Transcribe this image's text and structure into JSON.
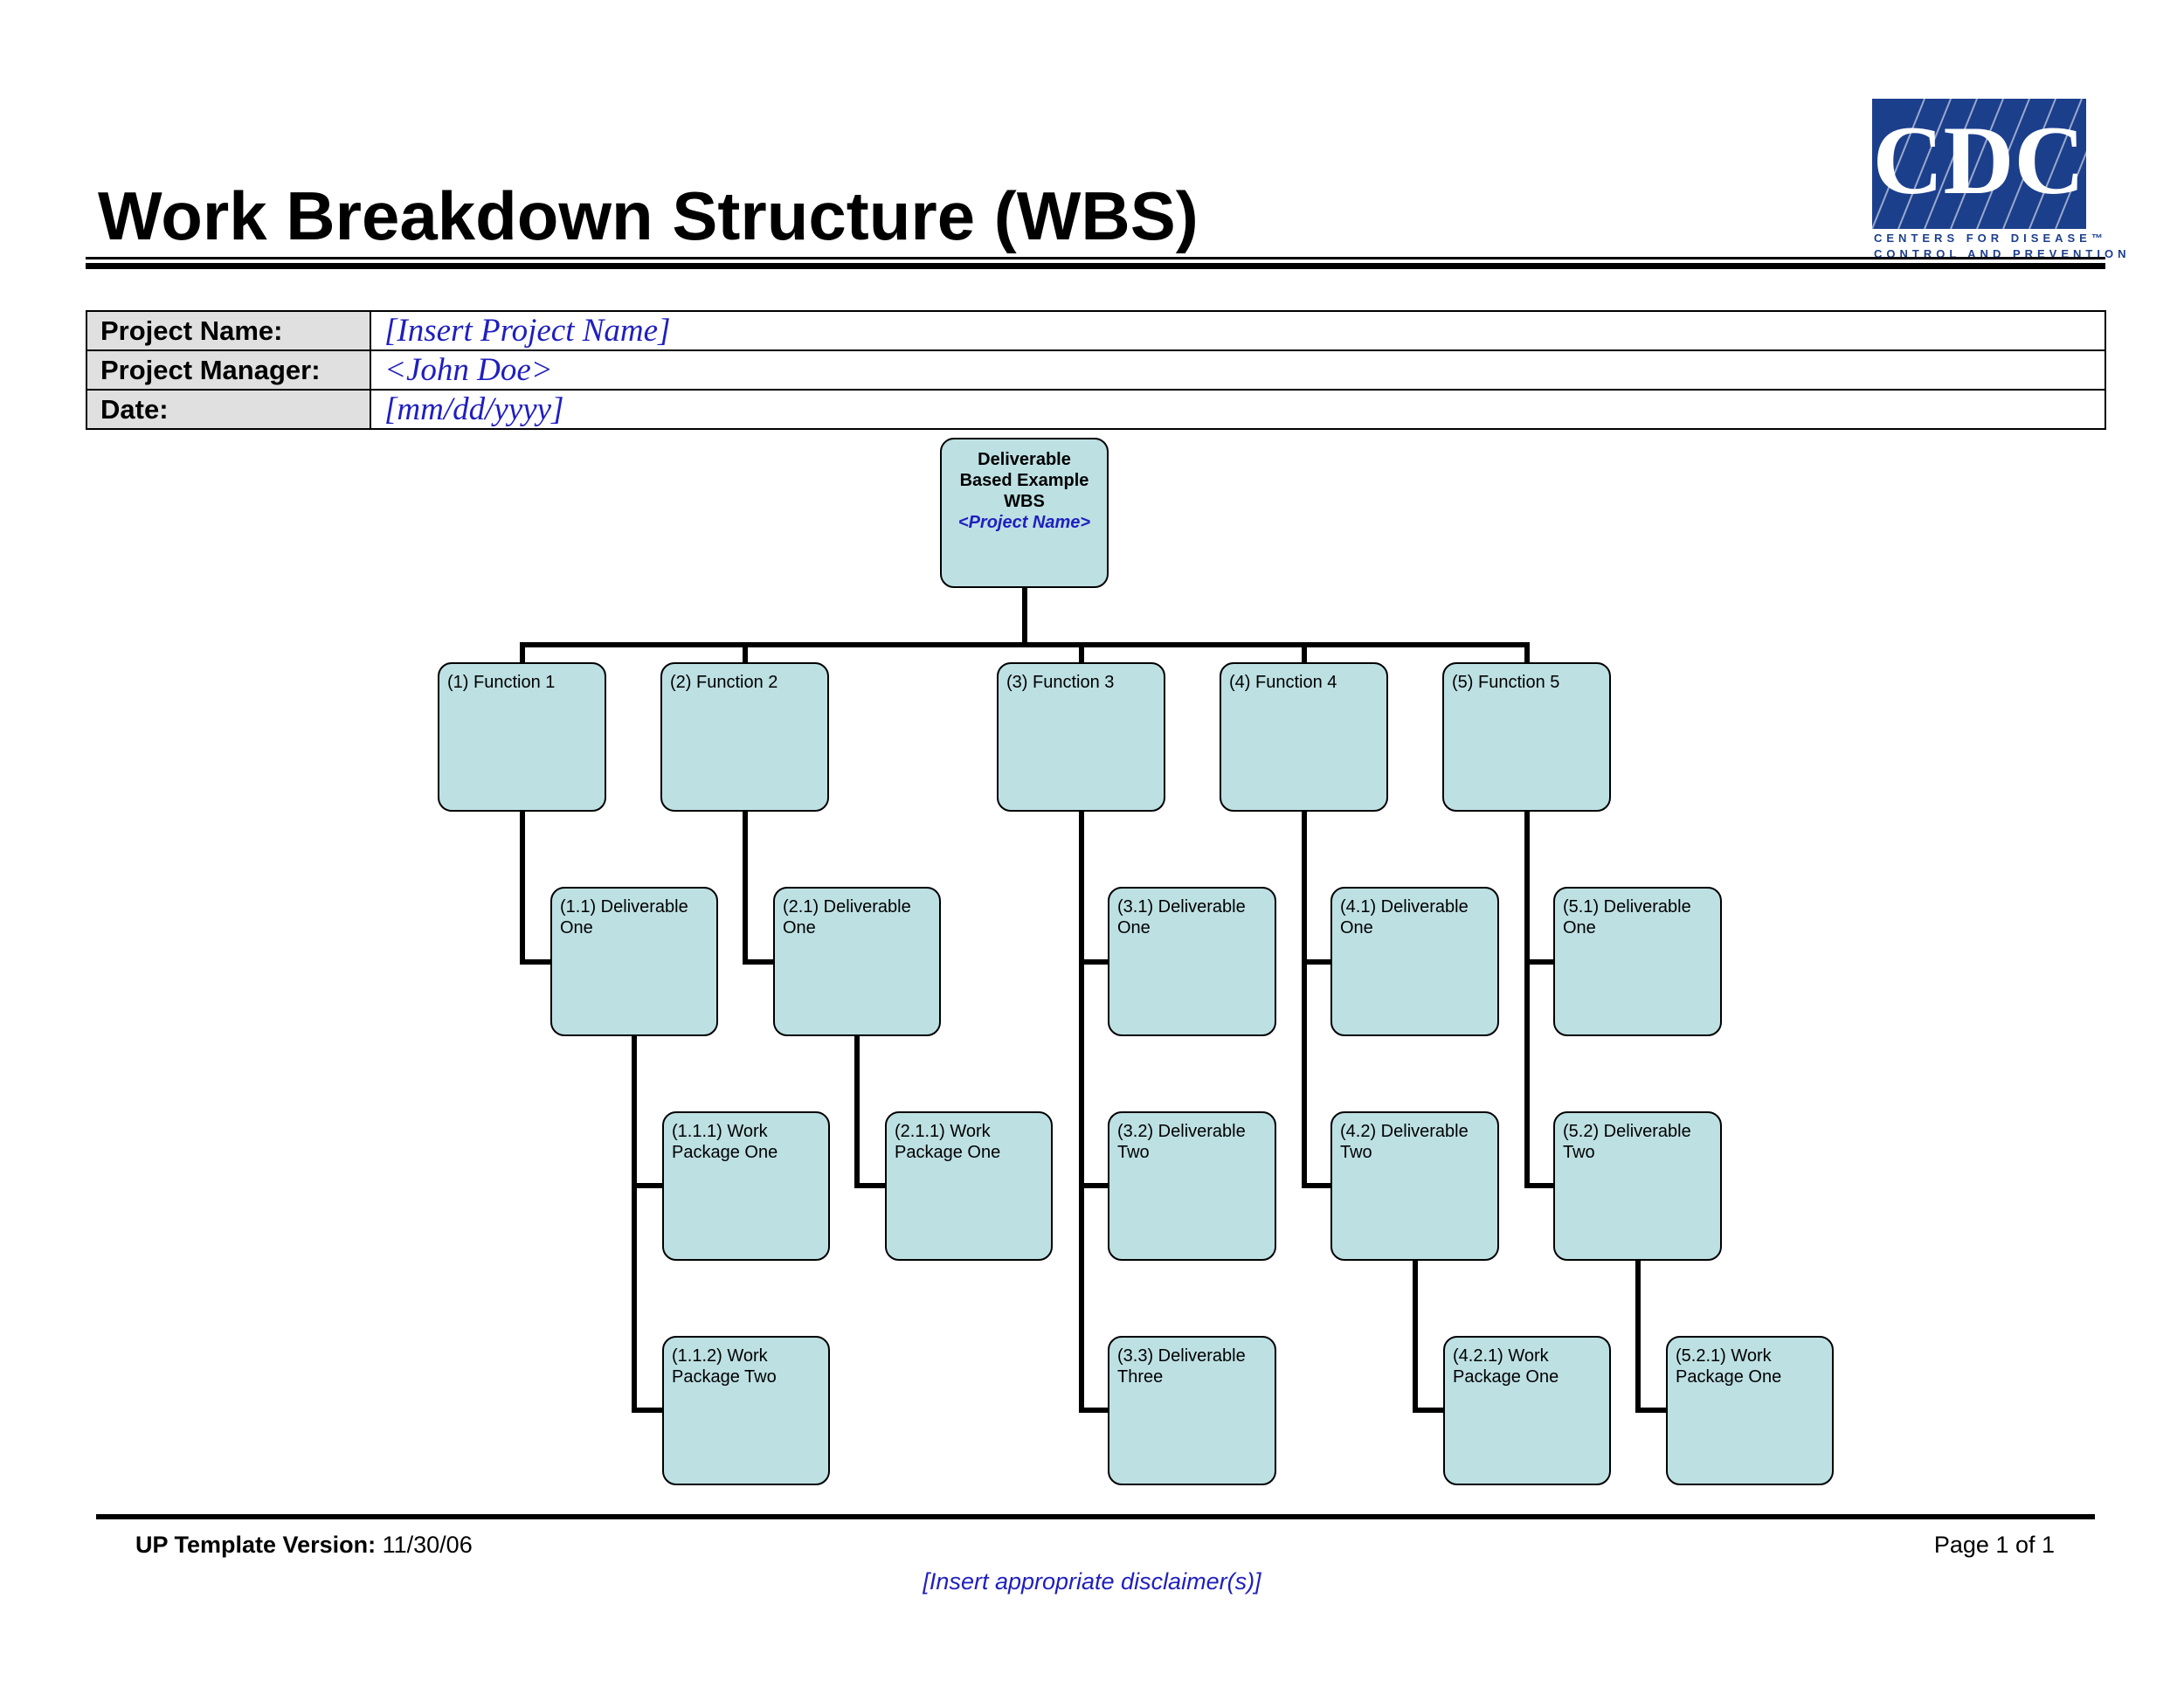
{
  "header": {
    "title": "Work Breakdown Structure (WBS)",
    "logo": {
      "wordmark": "CDC",
      "line1": "CENTERS FOR DISEASE™",
      "line2": "CONTROL AND PREVENTION",
      "color": "#1c3f8c"
    }
  },
  "info": {
    "project_name_label": "Project Name:",
    "project_name_value": "[Insert Project Name]",
    "project_manager_label": "Project Manager:",
    "project_manager_value": "<John Doe>",
    "date_label": "Date:",
    "date_value": "[mm/dd/yyyy]"
  },
  "wbs": {
    "root": {
      "line1": "Deliverable",
      "line2": "Based Example",
      "line3": "WBS",
      "project": "<Project Name>"
    },
    "functions": [
      {
        "label": "(1) Function 1"
      },
      {
        "label": "(2) Function 2"
      },
      {
        "label": "(3) Function 3"
      },
      {
        "label": "(4) Function 4"
      },
      {
        "label": "(5) Function 5"
      }
    ],
    "deliverables": [
      {
        "label": "(1.1) Deliverable One"
      },
      {
        "label": "(2.1) Deliverable One"
      },
      {
        "label": "(3.1) Deliverable One"
      },
      {
        "label": "(3.2) Deliverable Two"
      },
      {
        "label": "(3.3) Deliverable Three"
      },
      {
        "label": "(4.1) Deliverable One"
      },
      {
        "label": "(4.2) Deliverable Two"
      },
      {
        "label": "(5.1) Deliverable One"
      },
      {
        "label": "(5.2) Deliverable Two"
      }
    ],
    "work_packages": [
      {
        "label": "(1.1.1) Work Package One"
      },
      {
        "label": "(1.1.2) Work Package Two"
      },
      {
        "label": "(2.1.1) Work Package One"
      },
      {
        "label": "(4.2.1) Work Package One"
      },
      {
        "label": "(5.2.1) Work Package One"
      }
    ],
    "colors": {
      "box_fill": "#bde0e3",
      "line": "#000000"
    }
  },
  "footer": {
    "version_label": "UP Template Version:",
    "version_value": "11/30/06",
    "page": "Page 1 of 1",
    "disclaimer": "[Insert appropriate disclaimer(s)]"
  }
}
